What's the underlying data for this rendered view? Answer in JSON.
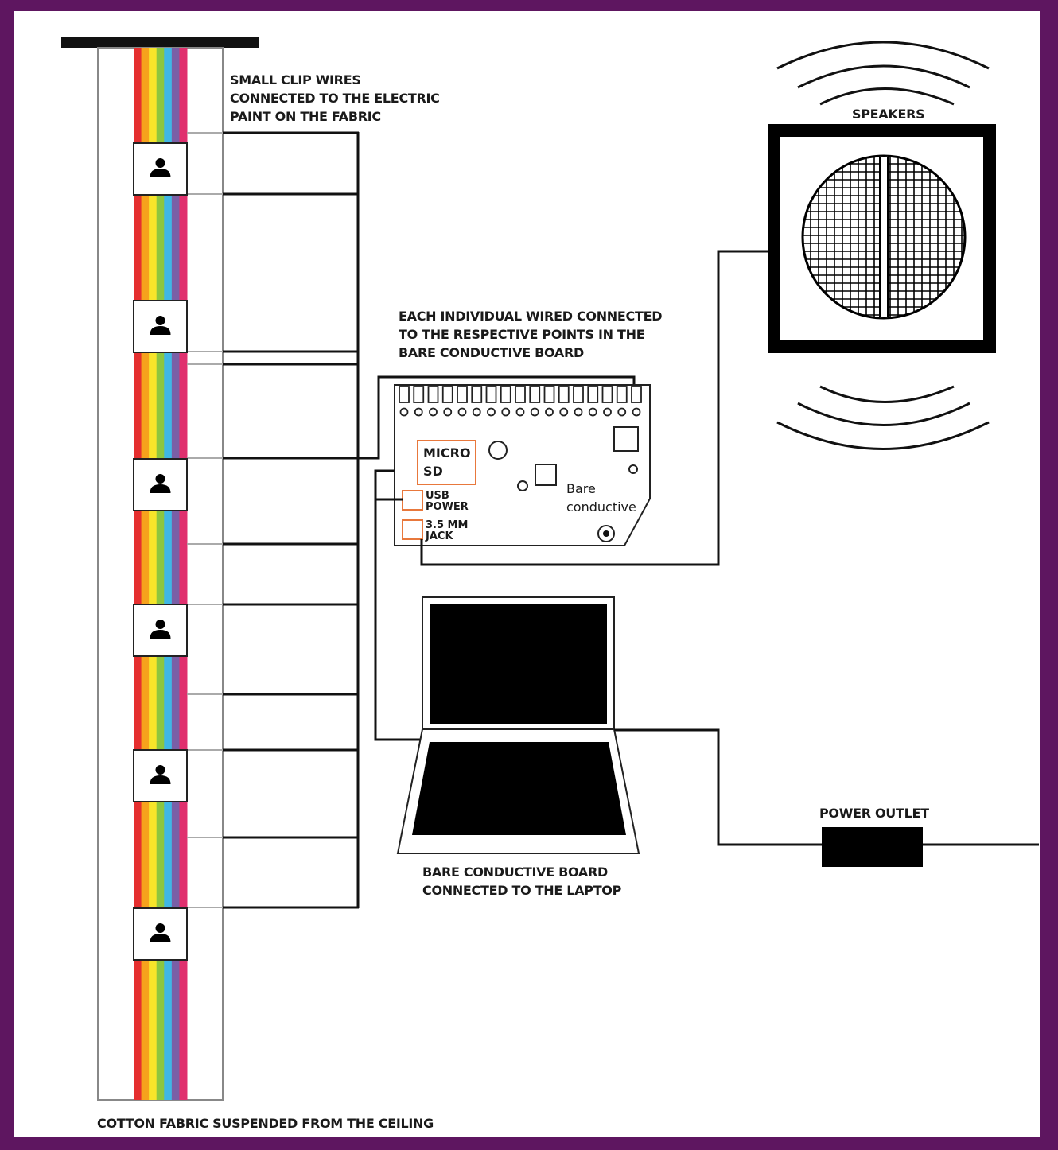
{
  "colors": {
    "frame": "#5e1660",
    "rainbow": [
      "#e52f2f",
      "#f6a21c",
      "#f7e52a",
      "#8cc63f",
      "#3fb7e5",
      "#7a5fa6",
      "#e0306e"
    ],
    "board_highlight": "#e8783c",
    "ink": "#111111"
  },
  "labels": {
    "clip_wires": [
      "SMALL CLIP WIRES",
      "CONNECTED TO THE ELECTRIC",
      "PAINT ON THE FABRIC"
    ],
    "each_wire": [
      "EACH INDIVIDUAL WIRED CONNECTED",
      "TO THE RESPECTIVE POINTS IN THE",
      "BARE CONDUCTIVE BOARD"
    ],
    "speakers": "SPEAKERS",
    "power_outlet": "POWER OUTLET",
    "board_laptop": [
      "BARE CONDUCTIVE BOARD",
      "CONNECTED TO THE LAPTOP"
    ],
    "fabric": "COTTON FABRIC SUSPENDED FROM THE CEILING"
  },
  "board": {
    "micro_sd": [
      "MICRO",
      "SD"
    ],
    "usb_power": [
      "USB",
      "POWER"
    ],
    "jack": [
      "3.5 MM",
      "JACK"
    ],
    "brand": [
      "Bare",
      "conductive"
    ]
  },
  "icons": {
    "touch_point": "person-icon",
    "speaker": "speaker-icon",
    "laptop": "laptop-icon",
    "outlet": "power-outlet-icon",
    "board": "circuit-board-icon"
  }
}
